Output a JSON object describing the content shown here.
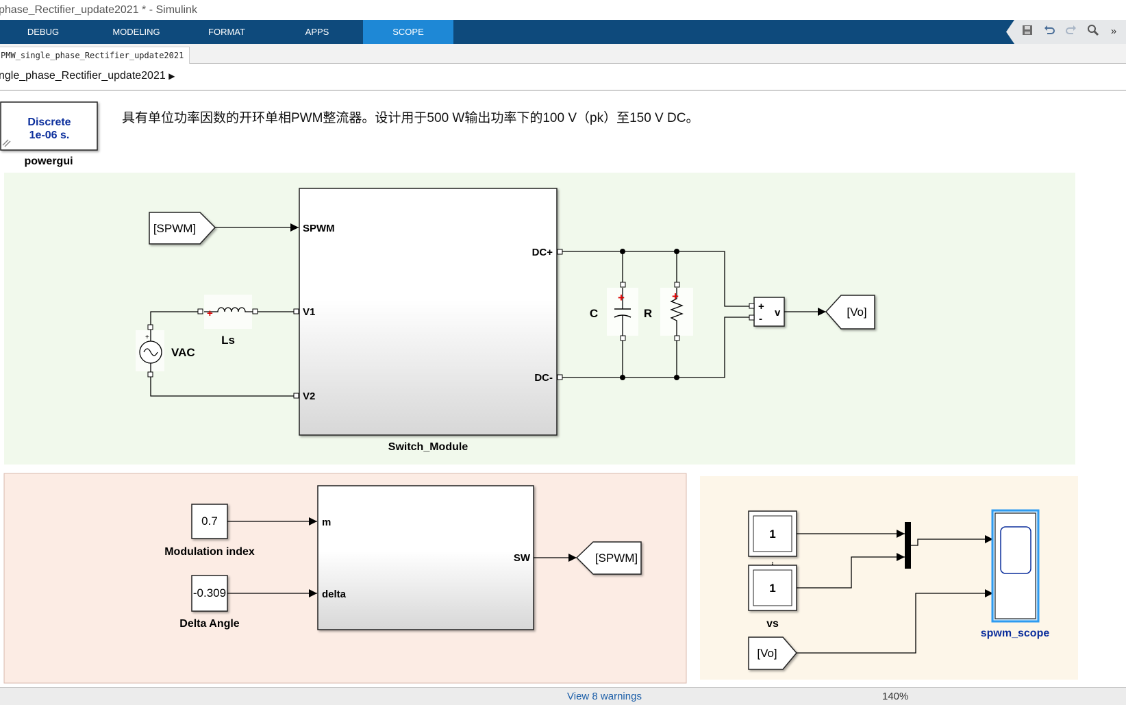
{
  "window": {
    "title": "phase_Rectifier_update2021 * - Simulink"
  },
  "ribbon": {
    "tabs": [
      "DEBUG",
      "MODELING",
      "FORMAT",
      "APPS",
      "SCOPE"
    ],
    "active_tab": "SCOPE",
    "accent": "#1e88d6",
    "bar_color": "#0e4a7c"
  },
  "quick_access": {
    "icons": [
      "save-icon",
      "undo-icon",
      "redo-icon",
      "search-icon",
      "more-icon"
    ],
    "more_glyph": "»"
  },
  "model_tab": {
    "label": "PMW_single_phase_Rectifier_update2021"
  },
  "breadcrumb": {
    "path": "ngle_phase_Rectifier_update2021"
  },
  "annotation": {
    "text": "具有单位功率因数的开环单相PWM整流器。设计用于500 W输出功率下的100 V（pk）至150 V DC。"
  },
  "powergui": {
    "line1": "Discrete",
    "line2": "1e-06 s.",
    "label": "powergui"
  },
  "power_area": {
    "background": "#f1f9ec",
    "goto_spwm": "[SPWM]",
    "switch_module": {
      "label": "Switch_Module",
      "ports": {
        "spwm": "SPWM",
        "v1": "V1",
        "v2": "V2",
        "dc_plus": "DC+",
        "dc_minus": "DC-"
      }
    },
    "source_label": "VAC",
    "inductor_label": "Ls",
    "capacitor_label": "C",
    "resistor_label": "R",
    "voltmeter": {
      "plus": "+",
      "minus": "-",
      "out": "v"
    },
    "goto_vo": "[Vo]"
  },
  "control_area": {
    "background": "#fcece4",
    "modulation": {
      "value": "0.7",
      "label": "Modulation index"
    },
    "delta": {
      "value": "-0.309",
      "label": "Delta Angle"
    },
    "subsystem_ports": {
      "m": "m",
      "delta": "delta",
      "sw": "SW"
    },
    "goto_spwm": "[SPWM]"
  },
  "scope_area": {
    "background": "#fdf6e9",
    "const1": {
      "value": "1",
      "label": "i"
    },
    "const2": {
      "value": "1",
      "label": "vs"
    },
    "from_vo": "[Vo]",
    "scope_label": "spwm_scope"
  },
  "status": {
    "warnings": "View 8 warnings",
    "zoom": "140%"
  }
}
